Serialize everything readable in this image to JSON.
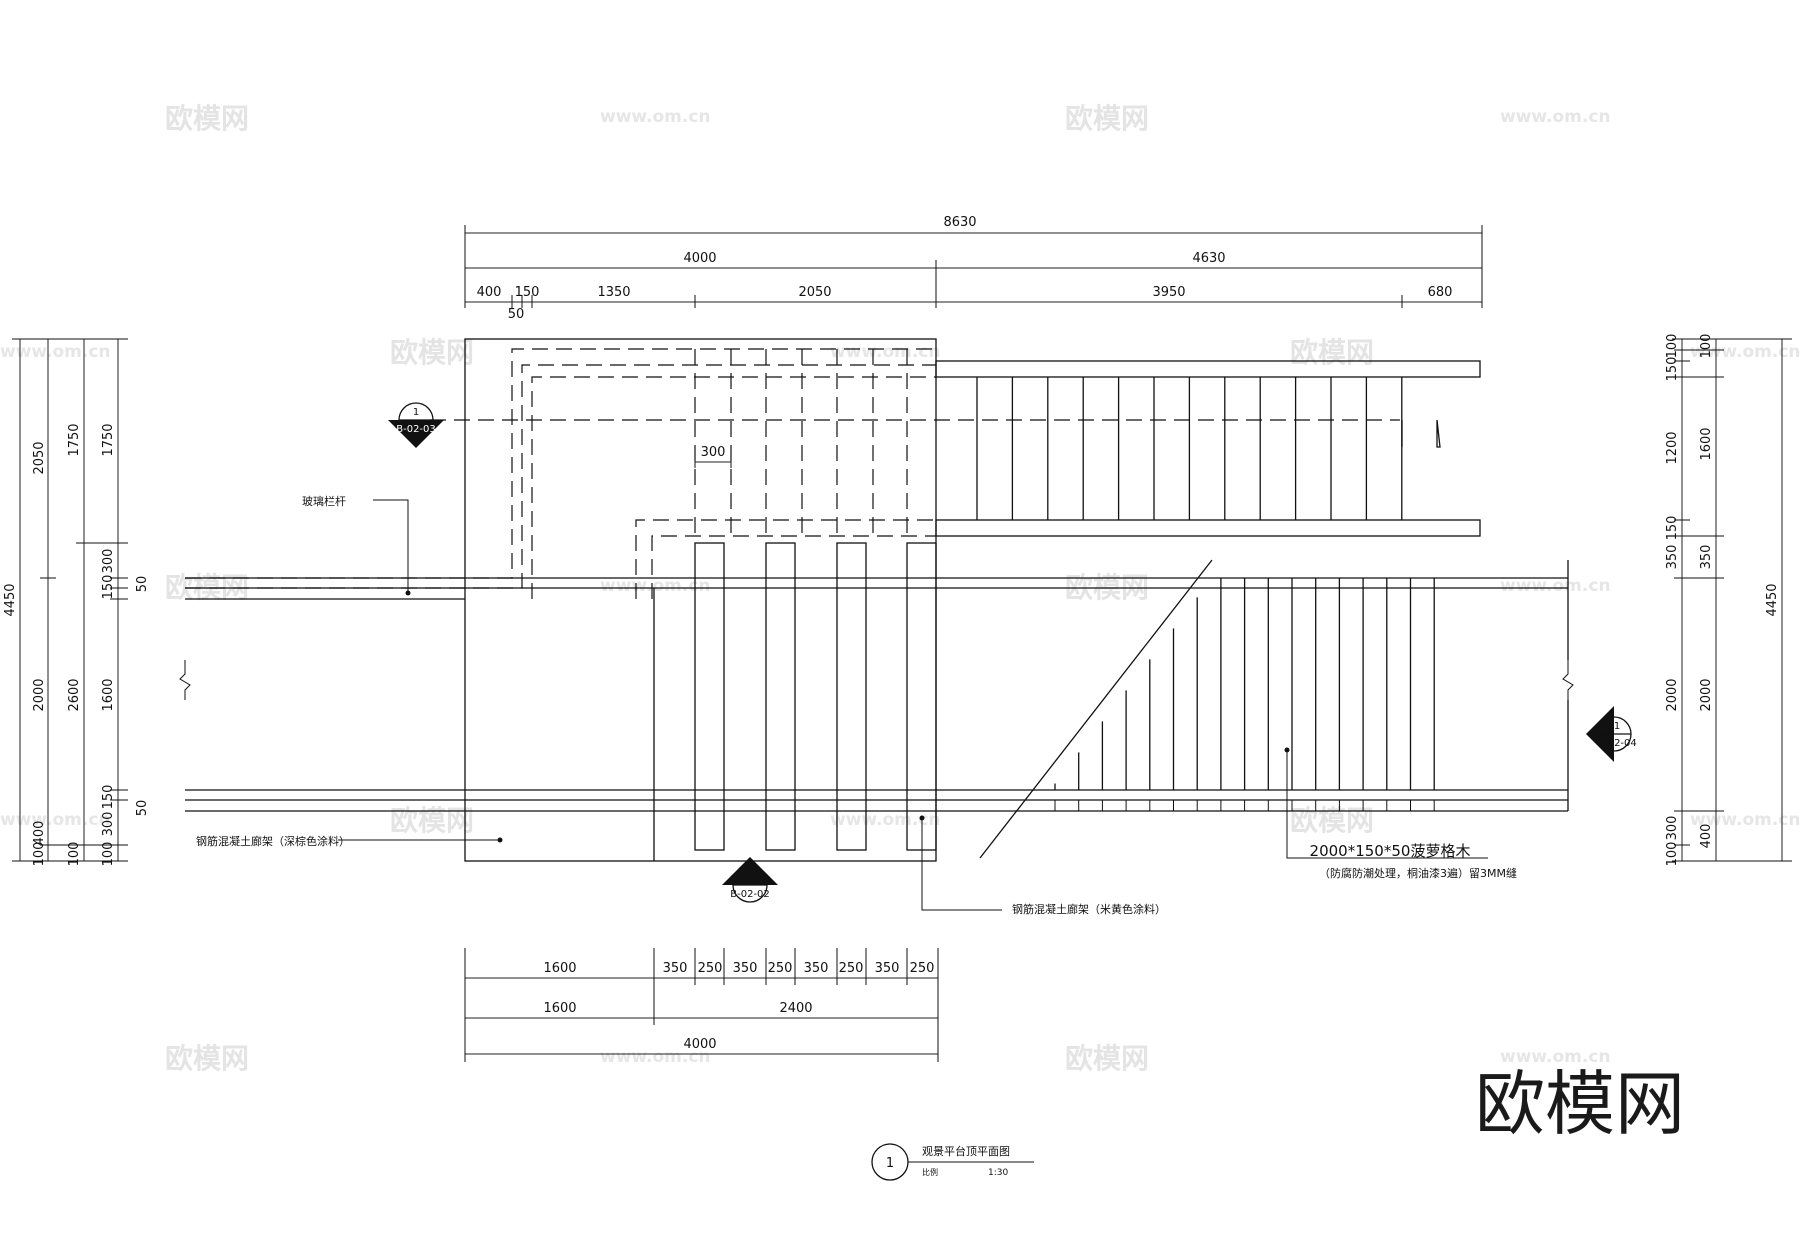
{
  "watermark": {
    "brand": "欧模网",
    "url": "www.om.cn"
  },
  "logo": {
    "text": "欧模网"
  },
  "title": {
    "number": "1",
    "name": "观景平台顶平面图",
    "scale_label": "比例",
    "scale": "1:30"
  },
  "section_marks": [
    {
      "num": "1",
      "ref": "B-02-03"
    },
    {
      "num": "1",
      "ref": "B-02-04"
    },
    {
      "num": "1",
      "ref": "B-02-02"
    }
  ],
  "notes": {
    "glass_rail": "玻璃栏杆",
    "concrete_frame_dark": "钢筋混凝土廊架（深棕色涂料）",
    "concrete_frame_beige": "钢筋混凝土廊架（米黄色涂料）",
    "timber_spec": "2000*150*50菠萝格木",
    "timber_treatment": "（防腐防潮处理，桐油漆3遍）留3MM缝"
  },
  "dimensions": {
    "top_total": "8630",
    "top_row2": [
      "4000",
      "4630"
    ],
    "top_row3": [
      "400",
      "150",
      "1350",
      "2050",
      "3950",
      "680"
    ],
    "top_small": "50",
    "inner_300": "300",
    "bottom_row1": [
      "1600",
      "350",
      "250",
      "350",
      "250",
      "350",
      "250",
      "350",
      "250"
    ],
    "bottom_row2": [
      "1600",
      "2400"
    ],
    "bottom_total": "4000",
    "left_total": "4450",
    "left_col2": [
      "2050",
      "2000",
      "400",
      "100"
    ],
    "left_col3": [
      "1750",
      "2600",
      "100"
    ],
    "left_col4": [
      "1750",
      "300",
      "150",
      "1600",
      "150",
      "300",
      "100"
    ],
    "left_small": [
      "50",
      "50"
    ],
    "right_total": "4450",
    "right_col1": [
      "100",
      "150",
      "1200",
      "150",
      "350",
      "2000",
      "300",
      "100"
    ],
    "right_col2": [
      "100",
      "1600",
      "350",
      "2000",
      "400"
    ]
  }
}
